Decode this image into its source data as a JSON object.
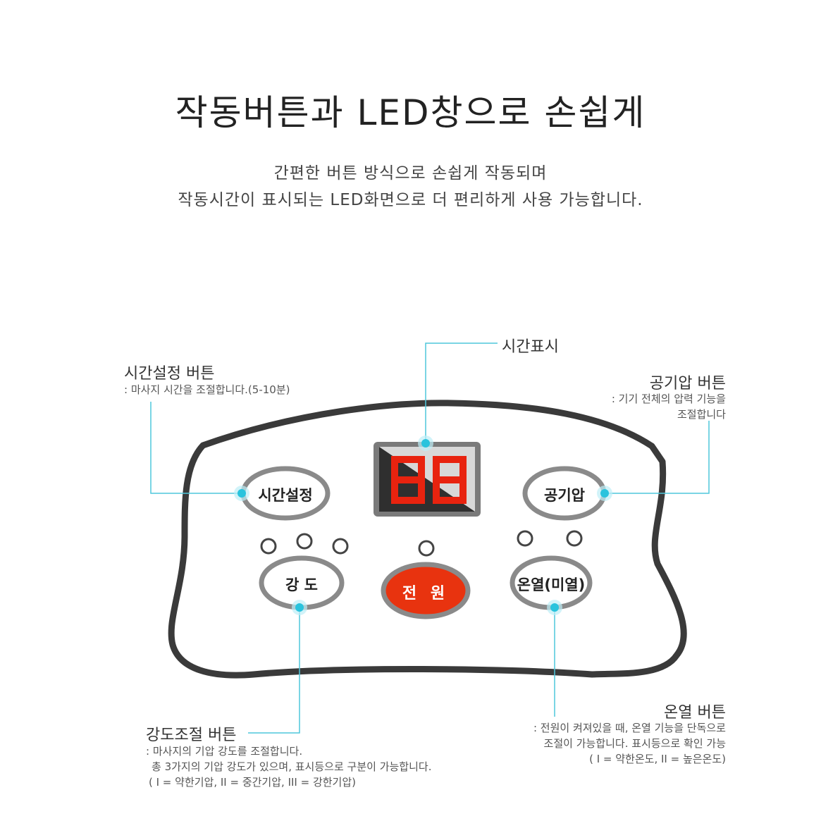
{
  "header": {
    "title": "작동버튼과 LED창으로 손쉽게",
    "subtitle_line1": "간편한 버튼 방식으로 손쉽게 작동되며",
    "subtitle_line2": "작동시간이 표시되는 LED화면으로 더 편리하게 사용 가능합니다."
  },
  "display": {
    "digits": "88",
    "digit_color": "#e8230f"
  },
  "buttons": {
    "time_set": "시간설정",
    "air_pressure": "공기압",
    "intensity": "강 도",
    "power": "전 원",
    "heat": "온열(미열)"
  },
  "annotations": {
    "time_display": {
      "title": "시간표시"
    },
    "time_set": {
      "title": "시간설정 버튼",
      "desc": ": 마사지 시간을 조절합니다.(5-10분)"
    },
    "air_pressure": {
      "title": "공기압 버튼",
      "desc_line1": ": 기기 전체의 압력 기능을",
      "desc_line2": "조절합니다"
    },
    "intensity": {
      "title": "강도조절 버튼",
      "desc_line1": ": 마사지의 기압 강도를 조절합니다.",
      "desc_line2": "총 3가지의 기압 강도가 있으며, 표시등으로 구분이 가능합니다.",
      "desc_line3": "( I = 약한기압, II = 중간기압, III = 강한기압)"
    },
    "heat": {
      "title": "온열 버튼",
      "desc_line1": ": 전원이 켜져있을 때, 온열 기능을 단독으로",
      "desc_line2": "조절이 가능합니다. 표시등으로 확인 가능",
      "desc_line3": "( I = 약한온도, II = 높은온도)"
    }
  },
  "colors": {
    "accent_line": "#4fc7dc",
    "power_button": "#e8330f",
    "outline": "#3a3a3a"
  }
}
